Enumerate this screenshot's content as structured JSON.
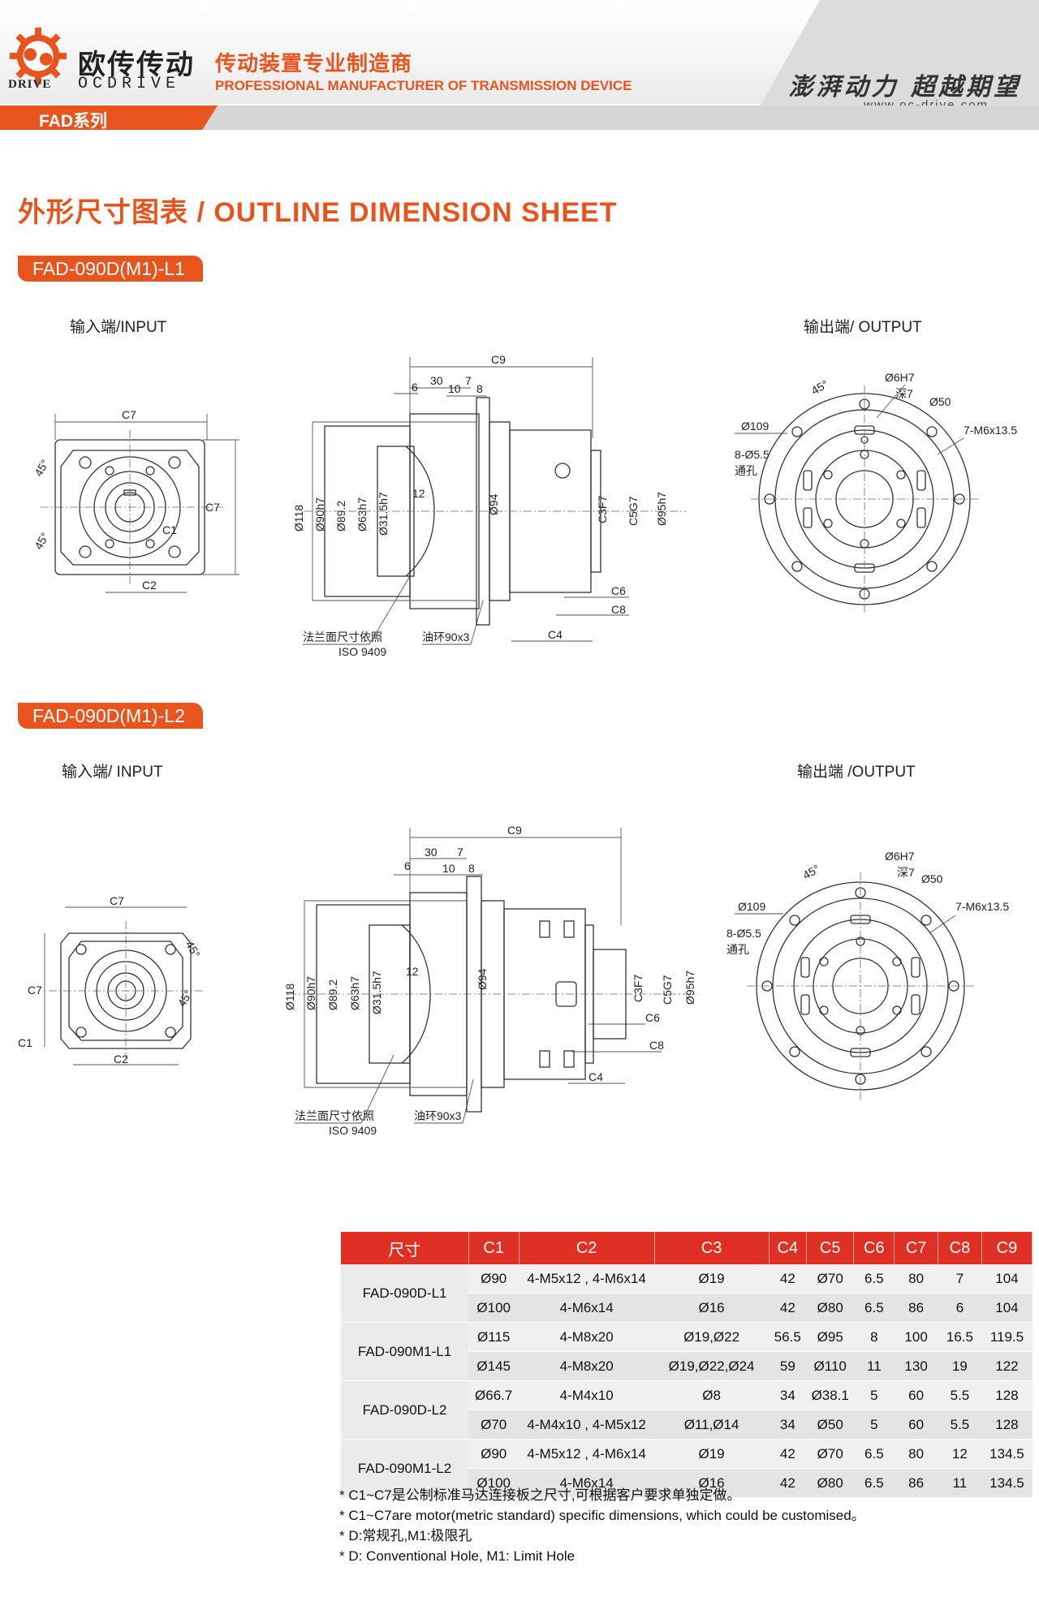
{
  "header": {
    "brand_cn": "欧传传动",
    "brand_en": "OCDRIVE",
    "brand_drive": "DRIVE",
    "tagline_cn": "传动装置专业制造商",
    "tagline_en": "PROFESSIONAL MANUFACTURER OF TRANSMISSION DEVICE",
    "slogan": "澎湃动力 超越期望",
    "website": "www.oc-drive.com",
    "series": "FAD系列"
  },
  "colors": {
    "accent": "#e8541d",
    "table_header": "#e02f24"
  },
  "section_title": "外形尺寸图表 / OUTLINE DIMENSION SHEET",
  "drawings": [
    {
      "model": "FAD-090D(M1)-L1",
      "input_label": "输入端/INPUT",
      "output_label": "输出端/ OUTPUT",
      "input_dims": {
        "c7a": "C7",
        "c7b": "C7",
        "c1": "C1",
        "c2": "C2",
        "a1": "45°",
        "a2": "45°"
      },
      "side_dims": {
        "c9": "C9",
        "d30": "30",
        "d7": "7",
        "d6": "6",
        "d10": "10",
        "d8": "8",
        "d118": "Ø118",
        "d90": "Ø90h7",
        "d892": "Ø89.2",
        "d63": "Ø63h7",
        "d315": "Ø31.5h7",
        "d12": "12",
        "d94": "Ø94",
        "c3": "C3F7",
        "c5": "C5G7",
        "d95": "Ø95h7",
        "c6": "C6",
        "c8": "C8",
        "c4": "C4",
        "note1": "法兰面尺寸依照",
        "note2": "ISO 9409",
        "note3": "油环90x3"
      },
      "output_dims": {
        "a": "45°",
        "pin": "Ø6H7",
        "depth": "深7",
        "d50": "Ø50",
        "d109": "Ø109",
        "holes": "7-M6x13.5",
        "thru": "8-Ø5.5",
        "thru2": "通孔"
      }
    },
    {
      "model": "FAD-090D(M1)-L2",
      "input_label": "输入端/ INPUT",
      "output_label": "输出端 /OUTPUT",
      "input_dims": {
        "c7a": "C7",
        "c7b": "C7",
        "c1": "C1",
        "c2": "C2",
        "a1": "45°",
        "a2": "45°"
      },
      "side_dims": {
        "c9": "C9",
        "d30": "30",
        "d7": "7",
        "d6": "6",
        "d10": "10",
        "d8": "8",
        "d118": "Ø118",
        "d90": "Ø90h7",
        "d892": "Ø89.2",
        "d63": "Ø63h7",
        "d315": "Ø31.5h7",
        "d12": "12",
        "d94": "Ø94",
        "c3": "C3F7",
        "c5": "C5G7",
        "d95": "Ø95h7",
        "c6": "C6",
        "c8": "C8",
        "c4": "C4",
        "note1": "法兰面尺寸依照",
        "note2": "ISO 9409",
        "note3": "油环90x3"
      },
      "output_dims": {
        "a": "45°",
        "pin": "Ø6H7",
        "depth": "深7",
        "d50": "Ø50",
        "d109": "Ø109",
        "holes": "7-M6x13.5",
        "thru": "8-Ø5.5",
        "thru2": "通孔"
      }
    }
  ],
  "table": {
    "headers": [
      "尺寸",
      "C1",
      "C2",
      "C3",
      "C4",
      "C5",
      "C6",
      "C7",
      "C8",
      "C9"
    ],
    "groups": [
      {
        "model": "FAD-090D-L1",
        "rows": [
          [
            "Ø90",
            "4-M5x12 , 4-M6x14",
            "Ø19",
            "42",
            "Ø70",
            "6.5",
            "80",
            "7",
            "104"
          ],
          [
            "Ø100",
            "4-M6x14",
            "Ø16",
            "42",
            "Ø80",
            "6.5",
            "86",
            "6",
            "104"
          ]
        ]
      },
      {
        "model": "FAD-090M1-L1",
        "rows": [
          [
            "Ø115",
            "4-M8x20",
            "Ø19,Ø22",
            "56.5",
            "Ø95",
            "8",
            "100",
            "16.5",
            "119.5"
          ],
          [
            "Ø145",
            "4-M8x20",
            "Ø19,Ø22,Ø24",
            "59",
            "Ø110",
            "11",
            "130",
            "19",
            "122"
          ]
        ]
      },
      {
        "model": "FAD-090D-L2",
        "rows": [
          [
            "Ø66.7",
            "4-M4x10",
            "Ø8",
            "34",
            "Ø38.1",
            "5",
            "60",
            "5.5",
            "128"
          ],
          [
            "Ø70",
            "4-M4x10 , 4-M5x12",
            "Ø11,Ø14",
            "34",
            "Ø50",
            "5",
            "60",
            "5.5",
            "128"
          ]
        ]
      },
      {
        "model": "FAD-090M1-L2",
        "rows": [
          [
            "Ø90",
            "4-M5x12 , 4-M6x14",
            "Ø19",
            "42",
            "Ø70",
            "6.5",
            "80",
            "12",
            "134.5"
          ],
          [
            "Ø100",
            "4-M6x14",
            "Ø16",
            "42",
            "Ø80",
            "6.5",
            "86",
            "11",
            "134.5"
          ]
        ]
      }
    ]
  },
  "notes": [
    "* C1~C7是公制标准马达连接板之尺寸,可根据客户要求单独定做。",
    "* C1~C7are motor(metric standard)  specific dimensions, which could be customised。",
    "* D:常规孔,M1:极限孔",
    "* D: Conventional Hole, M1: Limit Hole"
  ]
}
